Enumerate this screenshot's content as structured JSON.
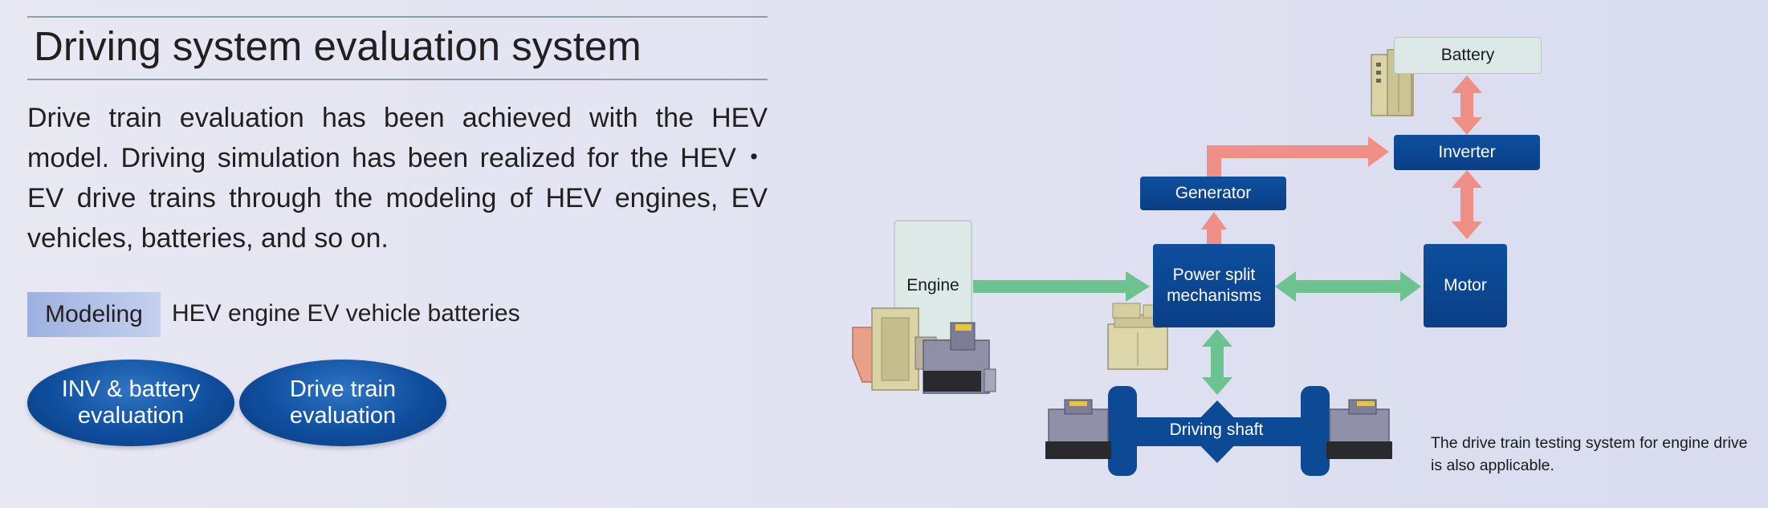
{
  "header": {
    "title": "Driving system evaluation system"
  },
  "description": {
    "text": "Drive train evaluation has been achieved with the HEV model. Driving simulation has been realized for the HEV・EV drive trains through the modeling of HEV engines, EV vehicles, batteries, and so on."
  },
  "modeling": {
    "tag": "Modeling",
    "items": "HEV engine EV vehicle batteries"
  },
  "evaluations": [
    {
      "line1": "INV & battery",
      "line2": "evaluation"
    },
    {
      "line1": "Drive train",
      "line2": "evaluation"
    }
  ],
  "diagram": {
    "battery": "Battery",
    "inverter": "Inverter",
    "generator": "Generator",
    "engine": "Engine",
    "power_split_line1": "Power split",
    "power_split_line2": "mechanisms",
    "motor": "Motor",
    "driving_shaft": "Driving shaft",
    "note": "The drive train testing system for engine drive is also applicable.",
    "colors": {
      "module": "#0d4f9e",
      "mechanical_arrow": "#6cc38f",
      "electrical_arrow": "#ef8f86",
      "engine_panel": "#dde9e6"
    }
  }
}
